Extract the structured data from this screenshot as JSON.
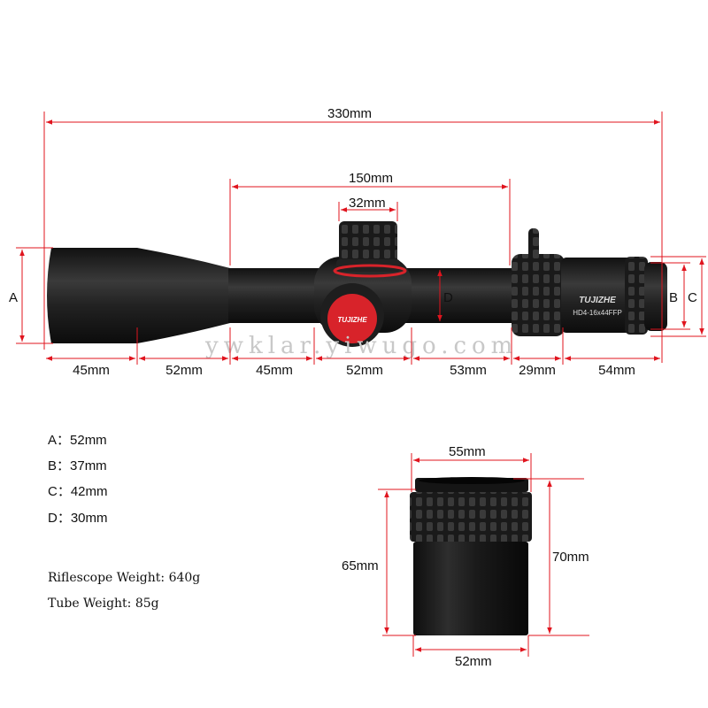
{
  "dimensions": {
    "overall": "330mm",
    "mid_section": "150mm",
    "turret": "32mm",
    "segments": [
      "45mm",
      "52mm",
      "45mm",
      "52mm",
      "53mm",
      "29mm",
      "54mm"
    ],
    "letters": {
      "a": "A",
      "b": "B",
      "c": "C",
      "d": "D"
    }
  },
  "scope": {
    "brand": "TUJIZHE",
    "model": "HD4-16x44FFP"
  },
  "watermark": "ywklar.yiwugo.com",
  "specs": [
    {
      "label": "A：52mm"
    },
    {
      "label": "B：37mm"
    },
    {
      "label": "C：42mm"
    },
    {
      "label": "D：30mm"
    }
  ],
  "weights": [
    {
      "label": "Riflescope Weight: 640g"
    },
    {
      "label": "Tube Weight: 85g"
    }
  ],
  "tube_dims": {
    "top": "55mm",
    "height_inner": "65mm",
    "height_outer": "70mm",
    "bottom": "52mm"
  },
  "colors": {
    "dim_line": "#e0141e",
    "scope_body": "#1c1c1c",
    "accent_red": "#d8232a"
  }
}
